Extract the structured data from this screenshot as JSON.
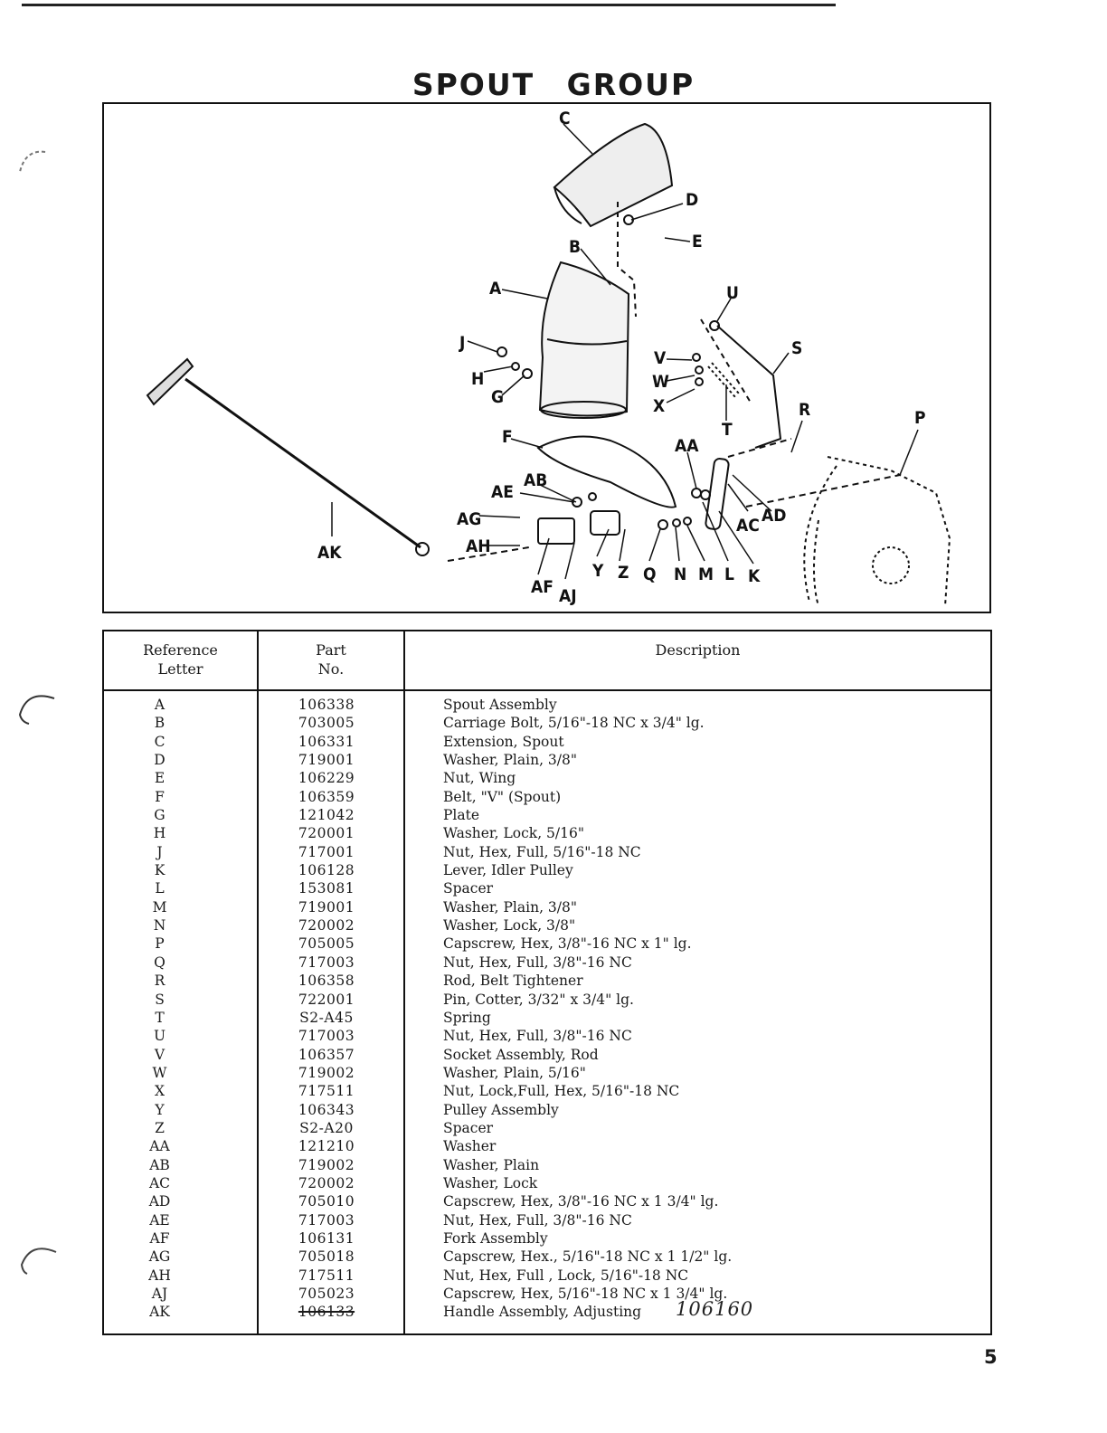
{
  "title": "SPOUT   GROUP",
  "diagram": {
    "callouts": [
      "A",
      "B",
      "C",
      "D",
      "E",
      "F",
      "G",
      "H",
      "J",
      "K",
      "L",
      "M",
      "N",
      "P",
      "Q",
      "R",
      "S",
      "T",
      "U",
      "V",
      "W",
      "X",
      "Y",
      "Z",
      "AA",
      "AB",
      "AC",
      "AD",
      "AE",
      "AF",
      "AG",
      "AH",
      "AJ",
      "AK"
    ]
  },
  "table": {
    "headers": {
      "ref_line1": "Reference",
      "ref_line2": "Letter",
      "part_line1": "Part",
      "part_line2": "No.",
      "description": "Description"
    },
    "rows": [
      {
        "ref": "A",
        "part": "106338",
        "desc": "Spout Assembly"
      },
      {
        "ref": "B",
        "part": "703005",
        "desc": "Carriage Bolt, 5/16\"-18 NC x 3/4\" lg."
      },
      {
        "ref": "C",
        "part": "106331",
        "desc": "Extension, Spout"
      },
      {
        "ref": "D",
        "part": "719001",
        "desc": "Washer, Plain, 3/8\""
      },
      {
        "ref": "E",
        "part": "106229",
        "desc": "Nut, Wing"
      },
      {
        "ref": "F",
        "part": "106359",
        "desc": "Belt, \"V\" (Spout)"
      },
      {
        "ref": "G",
        "part": "121042",
        "desc": "Plate"
      },
      {
        "ref": "H",
        "part": "720001",
        "desc": "Washer, Lock, 5/16\""
      },
      {
        "ref": "J",
        "part": "717001",
        "desc": "Nut, Hex, Full, 5/16\"-18 NC"
      },
      {
        "ref": "K",
        "part": "106128",
        "desc": "Lever, Idler Pulley"
      },
      {
        "ref": "L",
        "part": "153081",
        "desc": "Spacer"
      },
      {
        "ref": "M",
        "part": "719001",
        "desc": "Washer, Plain, 3/8\""
      },
      {
        "ref": "N",
        "part": "720002",
        "desc": "Washer, Lock, 3/8\""
      },
      {
        "ref": "P",
        "part": "705005",
        "desc": "Capscrew, Hex, 3/8\"-16 NC x 1\" lg."
      },
      {
        "ref": "Q",
        "part": "717003",
        "desc": "Nut, Hex, Full, 3/8\"-16 NC"
      },
      {
        "ref": "R",
        "part": "106358",
        "desc": "Rod, Belt Tightener"
      },
      {
        "ref": "S",
        "part": "722001",
        "desc": "Pin, Cotter, 3/32\" x 3/4\" lg."
      },
      {
        "ref": "T",
        "part": "S2-A45",
        "desc": "Spring"
      },
      {
        "ref": "U",
        "part": "717003",
        "desc": "Nut, Hex, Full, 3/8\"-16 NC"
      },
      {
        "ref": "V",
        "part": "106357",
        "desc": "Socket Assembly, Rod"
      },
      {
        "ref": "W",
        "part": "719002",
        "desc": "Washer, Plain, 5/16\""
      },
      {
        "ref": "X",
        "part": "717511",
        "desc": "Nut, Lock,Full, Hex, 5/16\"-18 NC"
      },
      {
        "ref": "Y",
        "part": "106343",
        "desc": "Pulley Assembly"
      },
      {
        "ref": "Z",
        "part": "S2-A20",
        "desc": "Spacer"
      },
      {
        "ref": "AA",
        "part": "121210",
        "desc": "Washer"
      },
      {
        "ref": "AB",
        "part": "719002",
        "desc": "Washer, Plain"
      },
      {
        "ref": "AC",
        "part": "720002",
        "desc": "Washer, Lock"
      },
      {
        "ref": "AD",
        "part": "705010",
        "desc": "Capscrew, Hex, 3/8\"-16 NC x 1 3/4\" lg."
      },
      {
        "ref": "AE",
        "part": "717003",
        "desc": "Nut, Hex, Full, 3/8\"-16 NC"
      },
      {
        "ref": "AF",
        "part": "106131",
        "desc": "Fork Assembly"
      },
      {
        "ref": "AG",
        "part": "705018",
        "desc": "Capscrew, Hex., 5/16\"-18 NC x 1 1/2\" lg."
      },
      {
        "ref": "AH",
        "part": "717511",
        "desc": "Nut, Hex, Full , Lock, 5/16\"-18 NC"
      },
      {
        "ref": "AJ",
        "part": "705023",
        "desc": "Capscrew, Hex, 5/16\"-18 NC x 1 3/4\" lg."
      },
      {
        "ref": "AK",
        "part": "106133",
        "desc": "Handle Assembly, Adjusting",
        "struck": true
      }
    ],
    "handwritten_correction": "106160"
  },
  "page_number": "5"
}
